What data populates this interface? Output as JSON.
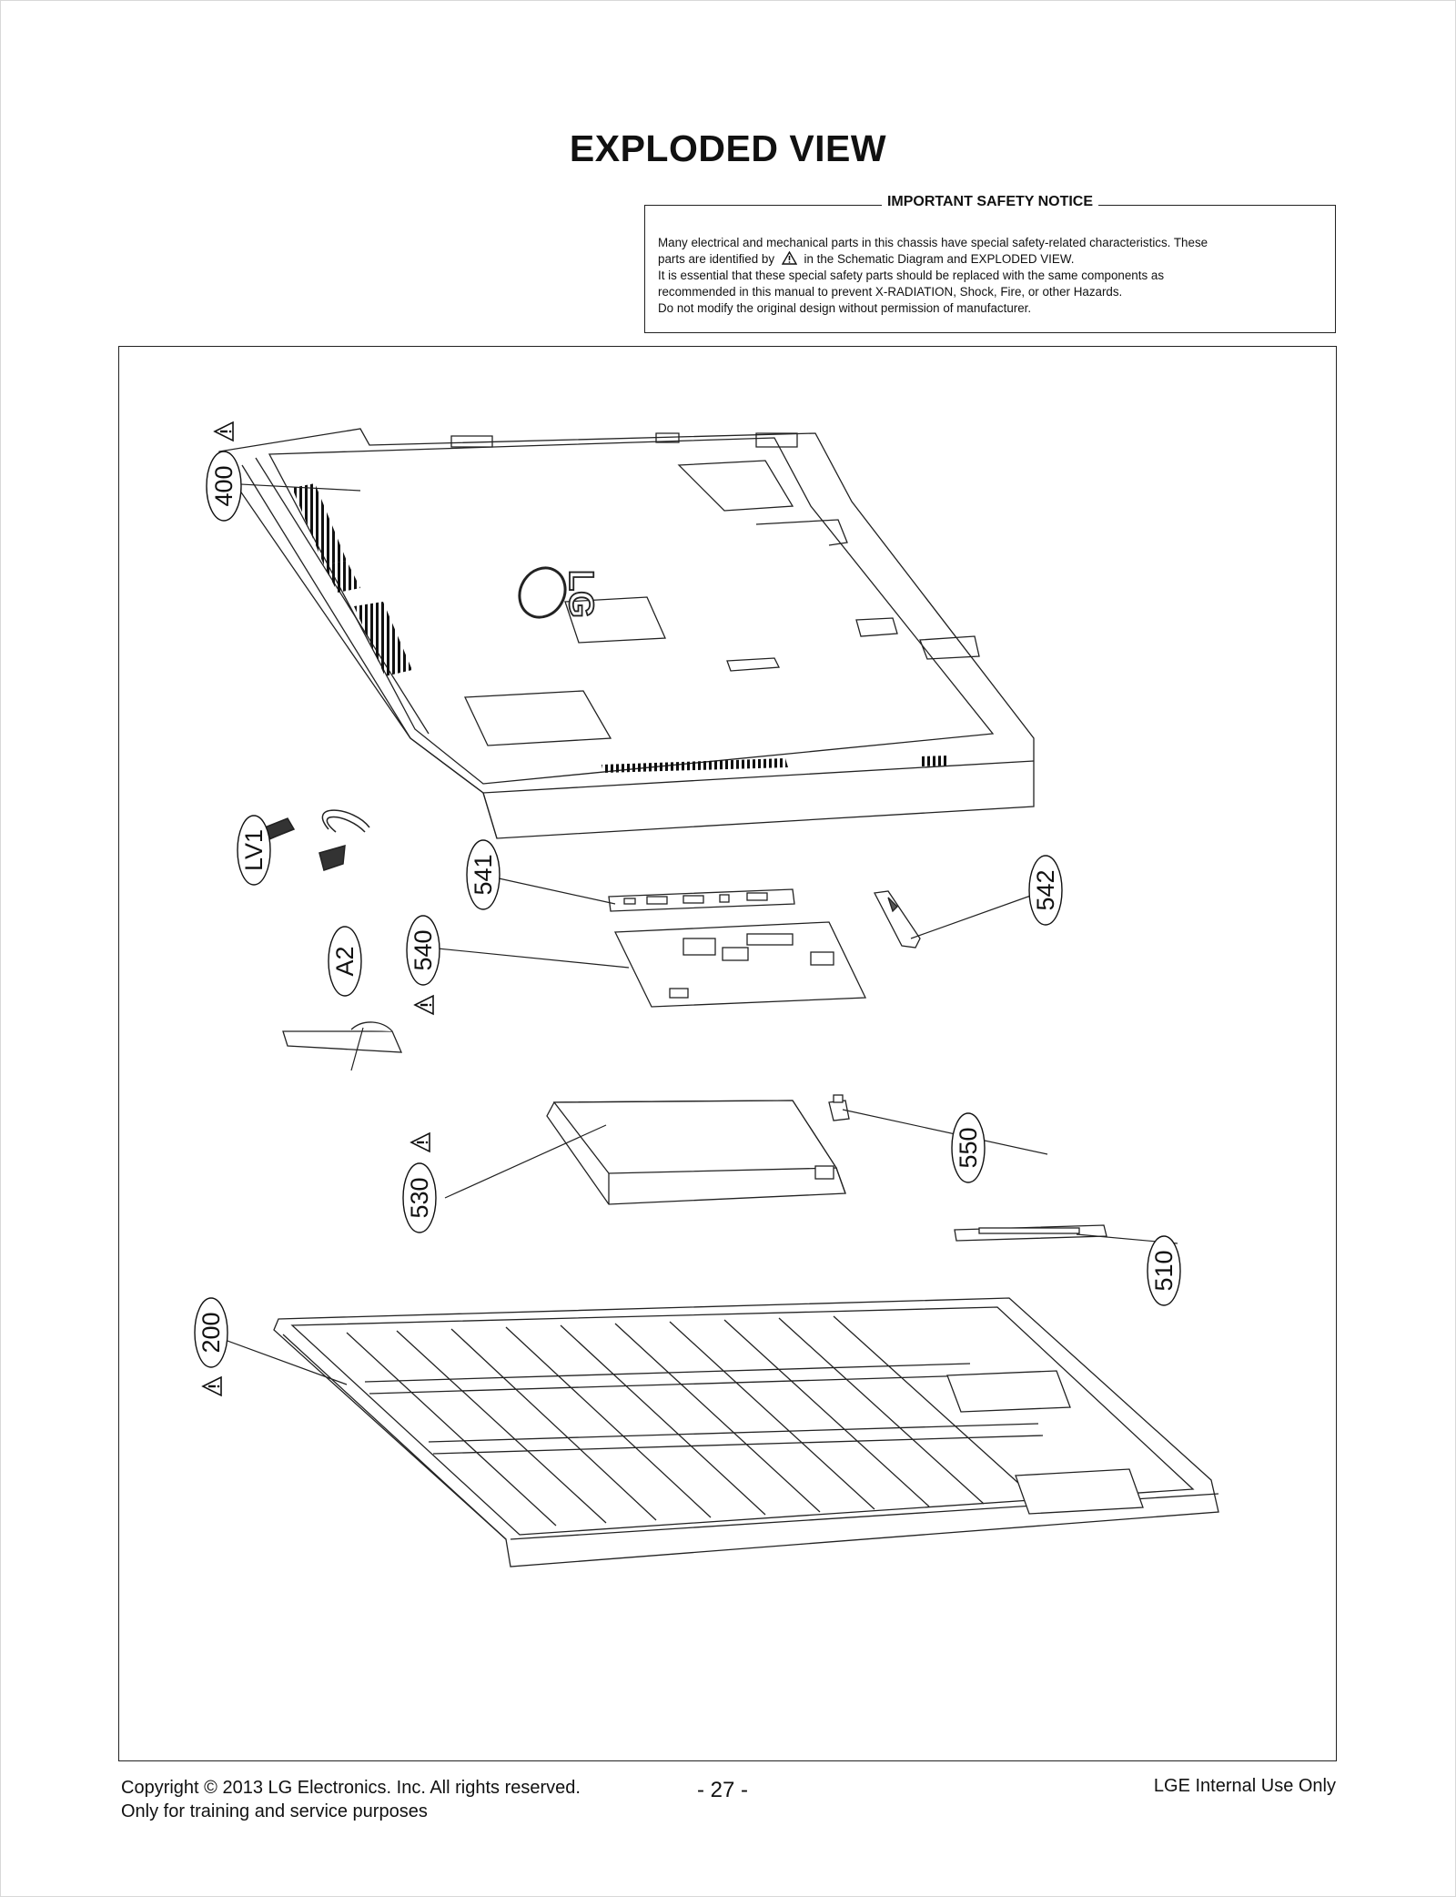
{
  "header": {
    "title": "EXPLODED VIEW"
  },
  "notice": {
    "title": "IMPORTANT SAFETY NOTICE",
    "line1": "Many electrical and mechanical parts in this chassis have special safety-related characteristics. These",
    "line2_pre": "parts are identified by",
    "line2_post": "in the Schematic Diagram and EXPLODED VIEW.",
    "line3": "It is essential that these special safety parts should be replaced with the same components as",
    "line4": "recommended in this manual to prevent X-RADIATION, Shock, Fire, or other Hazards.",
    "line5": "Do not modify the original design without permission of manufacturer."
  },
  "callouts": {
    "p400": "400",
    "lv1": "LV1",
    "p541": "541",
    "p542": "542",
    "p540": "540",
    "a2": "A2",
    "p530": "530",
    "p550": "550",
    "p510": "510",
    "p200": "200"
  },
  "drawing_text": {
    "logo": "LG"
  },
  "footer": {
    "copyright": "Copyright  © 2013  LG Electronics. Inc. All rights reserved.",
    "purpose": "Only for training and service purposes",
    "page_number": "- 27 -",
    "internal": "LGE Internal Use Only"
  }
}
